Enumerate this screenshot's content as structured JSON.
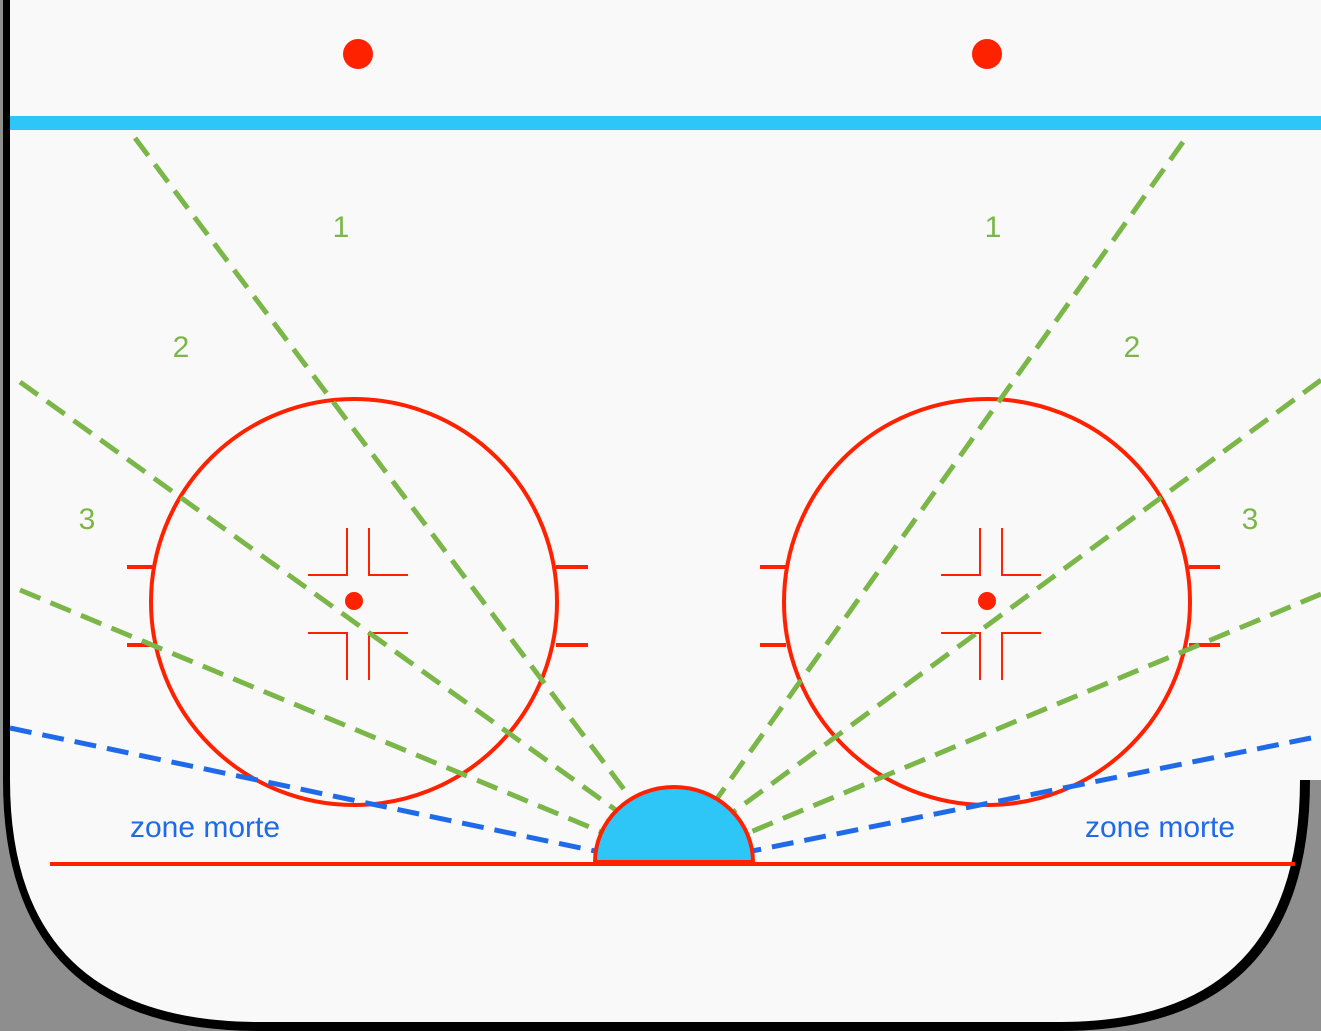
{
  "colors": {
    "ice": "#f9f9f9",
    "boards": "#000000",
    "outside": "#8e8e8e",
    "red_line": "#ff2200",
    "blue_line": "#2ec5f7",
    "crease_fill": "#2ec5f7",
    "shooting_lanes": "#7ab648",
    "dead_zone_lines": "#1f6ae8",
    "zone_number_text": "#7ab648",
    "dead_zone_text": "#1f6ae8"
  },
  "labels": {
    "left_zone_1": "1",
    "left_zone_2": "2",
    "left_zone_3": "3",
    "right_zone_1": "1",
    "right_zone_2": "2",
    "right_zone_3": "3",
    "left_dead_zone": "zone morte",
    "right_dead_zone": "zone morte"
  }
}
